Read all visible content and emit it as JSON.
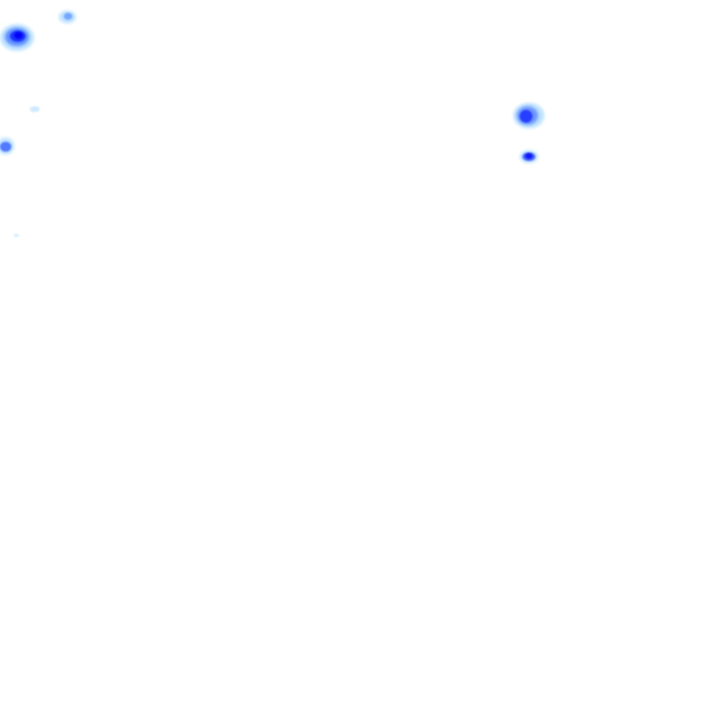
{
  "map": {
    "legend_colors": {
      "light": "#bfe3ff",
      "medium": "#7fa2ff",
      "strong": "#4a5cff",
      "intense": "#2a17f5"
    },
    "precipitation_cells": [
      {
        "id": "cell-a",
        "intensity": "intense"
      },
      {
        "id": "cell-b",
        "intensity": "medium"
      },
      {
        "id": "cell-c",
        "intensity": "light"
      },
      {
        "id": "cell-d",
        "intensity": "strong"
      },
      {
        "id": "cell-e",
        "intensity": "light"
      },
      {
        "id": "cell-f",
        "intensity": "strong"
      },
      {
        "id": "cell-g",
        "intensity": "strong"
      }
    ]
  }
}
